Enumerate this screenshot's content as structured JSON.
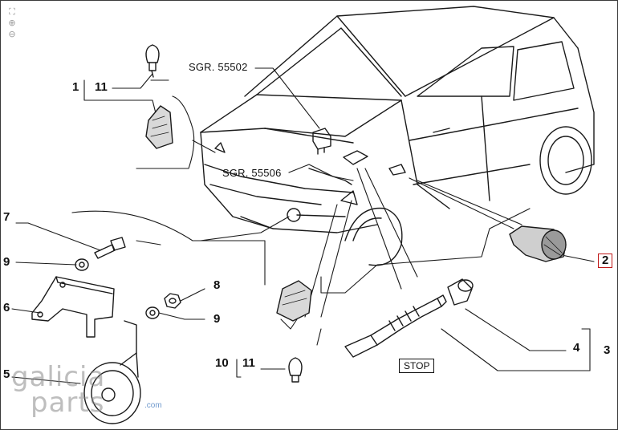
{
  "toolbar": {
    "fit_icon": "fit-to-window-icon",
    "zoom_in_icon": "zoom-in-icon",
    "zoom_out_icon": "zoom-out-icon"
  },
  "diagram": {
    "references": {
      "sgr_55502": "SGR. 55502",
      "sgr_55506": "SGR. 55506"
    },
    "stop_label": "STOP",
    "callouts": {
      "c1": "1",
      "c2": "2",
      "c3": "3",
      "c4": "4",
      "c5": "5",
      "c6": "6",
      "c7": "7",
      "c8": "8",
      "c9a": "9",
      "c9b": "9",
      "c10": "10",
      "c11a": "11",
      "c11b": "11"
    },
    "highlight_color": "#c01818"
  },
  "watermark": {
    "line1": "galicia",
    "line2": "parts",
    "suffix": ".com"
  }
}
